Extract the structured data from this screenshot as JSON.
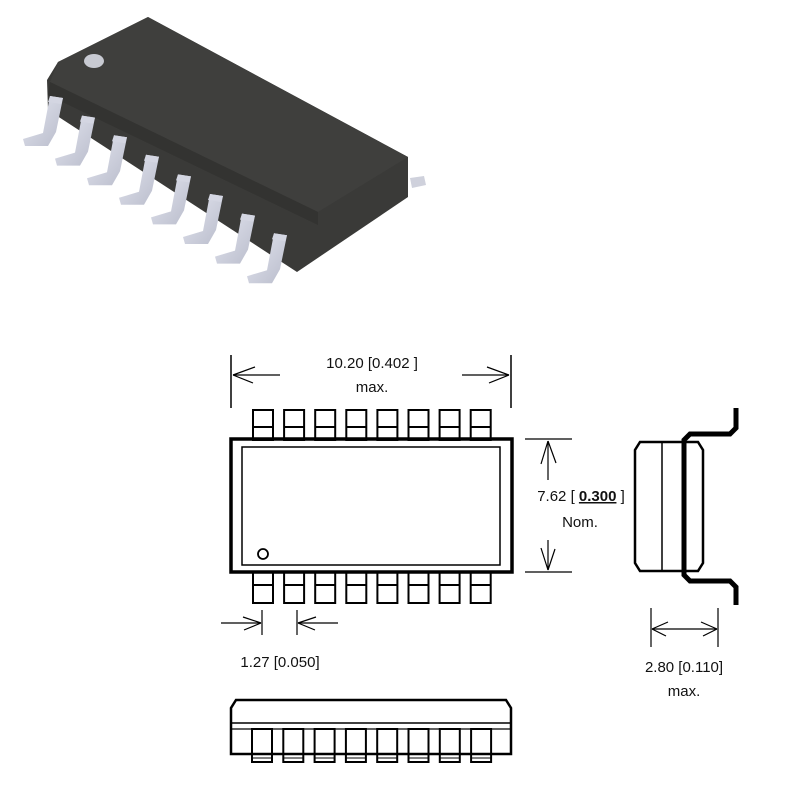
{
  "render_3d": {
    "body_color": "#3a3a38",
    "top_face_color": "#3f3f3d",
    "lead_color": "#d4d6e2"
  },
  "top_view": {
    "length_dim": {
      "value": "10.20 [0.402 ]",
      "note": "max."
    },
    "width_dim": {
      "value_prefix": "7.62 [ ",
      "value_emph": "0.300",
      "value_suffix": " ]",
      "note": "Nom."
    },
    "pitch_dim": {
      "value": "1.27 [0.050]"
    },
    "pins_per_side": 8
  },
  "side_view": {
    "height_dim": {
      "value": "2.80 [0.110]",
      "note": "max."
    }
  }
}
